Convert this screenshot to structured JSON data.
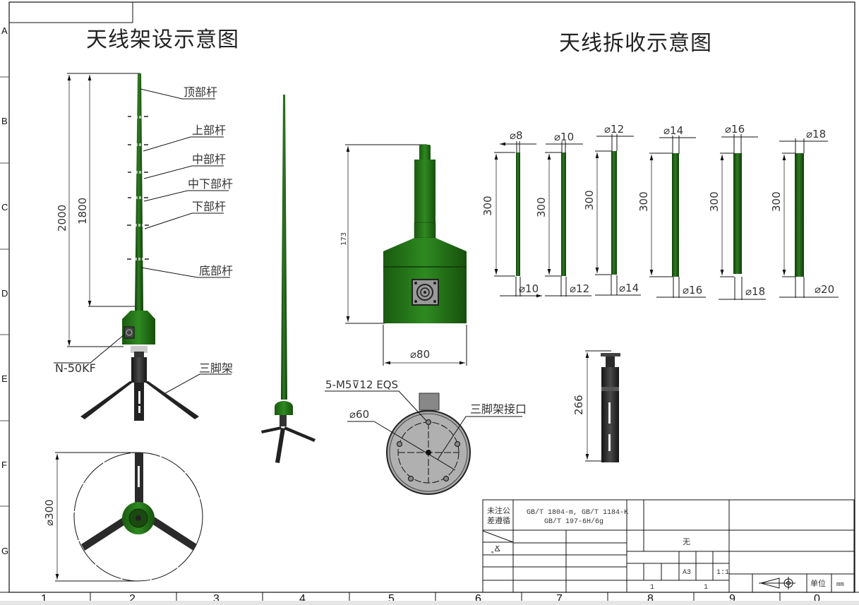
{
  "sheet": {
    "border_zones_left": [
      "A",
      "B",
      "C",
      "D",
      "E",
      "F",
      "G"
    ],
    "border_zones_bottom": [
      "1",
      "2",
      "3",
      "4",
      "5",
      "6",
      "7",
      "8",
      "9",
      "0"
    ]
  },
  "left_view": {
    "title": "天线架设示意图",
    "part_labels": {
      "top_rod": "顶部杆",
      "upper_rod": "上部杆",
      "middle_rod": "中部杆",
      "mid_lower_rod": "中下部杆",
      "lower_rod": "下部杆",
      "bottom_rod": "底部杆",
      "connector": "N-50KF",
      "tripod": "三脚架"
    },
    "dims": {
      "total_height": "2000",
      "rod_height": "1800",
      "tripod_diameter": "⌀300"
    }
  },
  "right_view": {
    "title": "天线拆收示意图",
    "rods": [
      {
        "top_dia": "⌀8",
        "length": "300",
        "bottom_dia": "⌀10"
      },
      {
        "top_dia": "⌀10",
        "length": "300",
        "bottom_dia": "⌀12"
      },
      {
        "top_dia": "⌀12",
        "length": "300",
        "bottom_dia": "⌀14"
      },
      {
        "top_dia": "⌀14",
        "length": "300",
        "bottom_dia": "⌀16"
      },
      {
        "top_dia": "⌀16",
        "length": "300",
        "bottom_dia": "⌀18"
      },
      {
        "top_dia": "⌀18",
        "length": "300",
        "bottom_dia": "⌀20"
      }
    ],
    "base": {
      "height": "173",
      "diameter": "⌀80"
    },
    "bottom_view": {
      "hole_spec": "5-M5⊽12 EQS",
      "pcd": "⌀60",
      "interface_label": "三脚架接口"
    },
    "tripod_folded": {
      "length": "266"
    }
  },
  "title_block": {
    "tolerance_label_1": "未注公",
    "tolerance_label_2": "差遵循",
    "standards_line1": "GB/T 1804-m, GB/T 1184-K",
    "standards_line2": "GB/T 197-6H/6g",
    "surface_symbol": "˳Ճ",
    "material": "无",
    "sheet_size": "A3",
    "scale": "1:1",
    "sheet_count": "1",
    "sheet_number": "1",
    "unit_label": "单位",
    "unit_value": "mm"
  },
  "colors": {
    "rod_green": "#1d5a14",
    "body_green": "#2a7a1a",
    "tripod_black": "#2b2b2b",
    "line": "#111111"
  }
}
